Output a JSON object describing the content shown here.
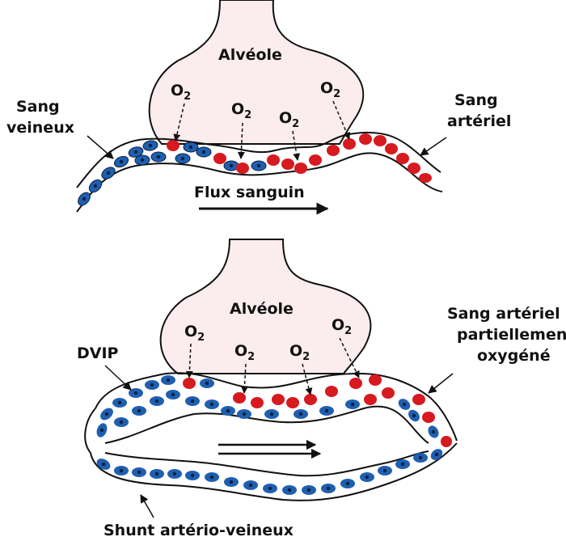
{
  "top": {
    "alveole_label": "Alvéole",
    "o2_main": "O",
    "o2_sub": "2",
    "left_label_line1": "Sang",
    "left_label_line2": "veineux",
    "right_label_line1": "Sang",
    "right_label_line2": "artériel",
    "flow_label": "Flux sanguin"
  },
  "bottom": {
    "alveole_label": "Alvéole",
    "o2_main": "O",
    "o2_sub": "2",
    "dvip_label": "DVIP",
    "right_label_line1": "Sang artériel",
    "right_label_line2": "partiellement",
    "right_label_line3": "oxygéné",
    "shunt_label": "Shunt artério-veineux"
  },
  "colors": {
    "alveole_fill": "#fbecee",
    "venous_cell": "#1f5fb0",
    "venous_nucleus": "#0b1f3f",
    "arterial_cell": "#d71920",
    "outline": "#111111"
  }
}
